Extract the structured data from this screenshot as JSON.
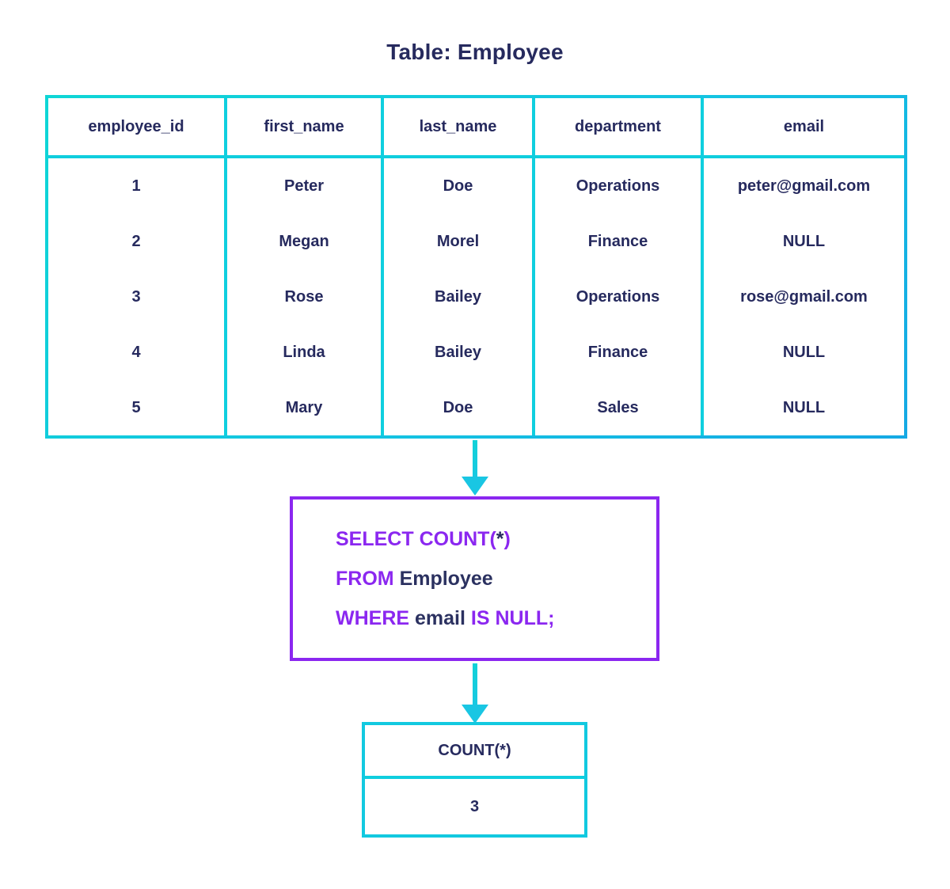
{
  "title": "Table: Employee",
  "colors": {
    "table_border": "#12c9e0",
    "query_border": "#8b27f0",
    "keyword": "#8b27f0",
    "text": "#262a5e",
    "arrow": "#19c6e3"
  },
  "source_table": {
    "name": "Employee",
    "columns": [
      "employee_id",
      "first_name",
      "last_name",
      "department",
      "email"
    ],
    "rows": [
      [
        "1",
        "Peter",
        "Doe",
        "Operations",
        "peter@gmail.com"
      ],
      [
        "2",
        "Megan",
        "Morel",
        "Finance",
        "NULL"
      ],
      [
        "3",
        "Rose",
        "Bailey",
        "Operations",
        "rose@gmail.com"
      ],
      [
        "4",
        "Linda",
        "Bailey",
        "Finance",
        "NULL"
      ],
      [
        "5",
        "Mary",
        "Doe",
        "Sales",
        "NULL"
      ]
    ]
  },
  "query": {
    "line1": {
      "keyword": "SELECT COUNT",
      "open_paren": "(",
      "star": "*",
      "close_paren": ")"
    },
    "line2": {
      "keyword": "FROM",
      "identifier": "Employee"
    },
    "line3": {
      "keyword": "WHERE",
      "identifier": "email",
      "keyword2": "IS NULL",
      "semicolon": ";"
    },
    "full_text": "SELECT COUNT(*) FROM Employee WHERE email IS NULL;"
  },
  "result_table": {
    "columns": [
      "COUNT(*)"
    ],
    "rows": [
      [
        "3"
      ]
    ]
  },
  "icons": {
    "arrow_down_1": "arrow-down-icon",
    "arrow_down_2": "arrow-down-icon"
  }
}
